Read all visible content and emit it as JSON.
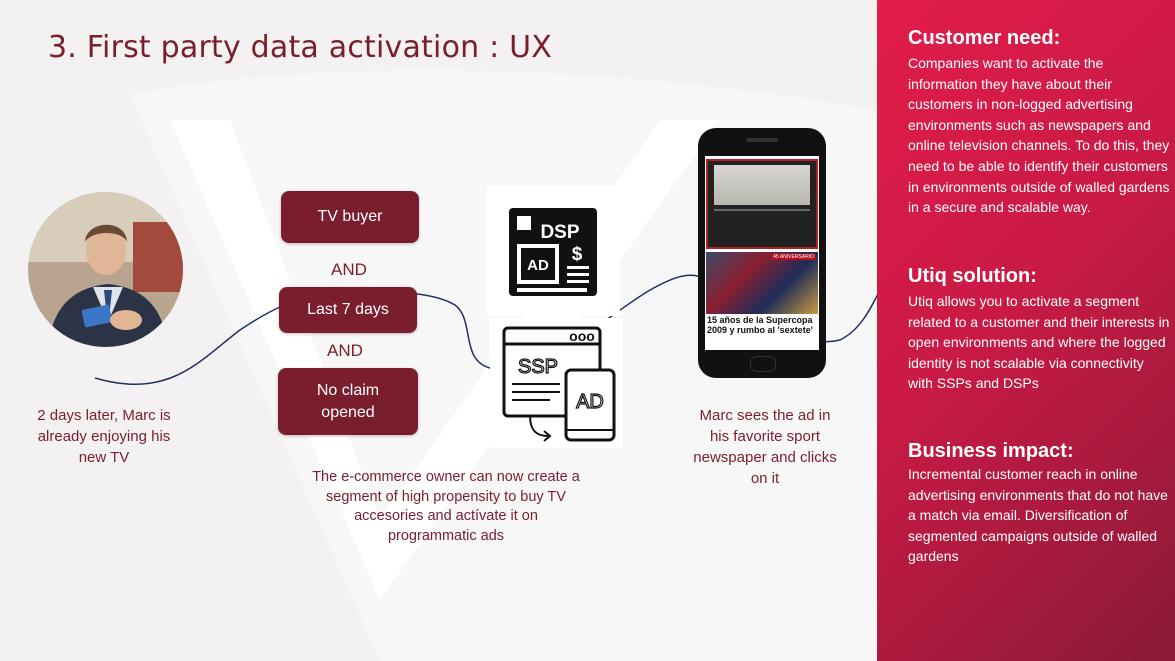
{
  "title": "3. First party data activation : UX",
  "flow": {
    "user_caption": "2 days later, Marc is already enjoying his new TV",
    "criteria": {
      "tv_buyer": "TV buyer",
      "and_1": "AND",
      "last_7_days": "Last 7 days",
      "and_2": "AND",
      "no_claim": "No claim opened"
    },
    "owner_caption": "The e-commerce owner can now create a segment of high propensity to buy TV accesories and actívate it on programmatic ads",
    "dsp_icon": {
      "name": "dsp-icon",
      "label": "DSP",
      "ad_label": "AD",
      "currency": "$"
    },
    "ssp_icon": {
      "name": "ssp-icon",
      "label": "SSP",
      "ad_label": "AD",
      "dots": "ooo"
    },
    "phone": {
      "badge": "45 ANIVERSARIO",
      "headline": "15 años de la Supercopa 2009 y rumbo al 'sextete'"
    },
    "marc_caption": "Marc sees the ad in his favorite sport newspaper and clicks on it"
  },
  "panel": {
    "customer_need_title": "Customer need:",
    "customer_need_text": "Companies want to activate the information they have about their customers in non-logged advertising environments such as newspapers and online television channels. To do this, they need to be able to identify their customers in environments outside of walled gardens in a secure and scalable way.",
    "solution_title": "Utiq solution:",
    "solution_text": "Utiq allows you to activate a segment related to a customer and their interests in open environments and where the logged identity is not scalable via connectivity with SSPs and DSPs",
    "impact_title": "Business impact:",
    "impact_text": "Incremental customer reach in online advertising environments that do not have a match via email. Diversification of segmented campaigns outside of walled gardens"
  },
  "colors": {
    "maroon": "#7a1e2e",
    "panel_start": "#e31c4a",
    "panel_end": "#8a1a37",
    "line": "#1f2f66"
  }
}
